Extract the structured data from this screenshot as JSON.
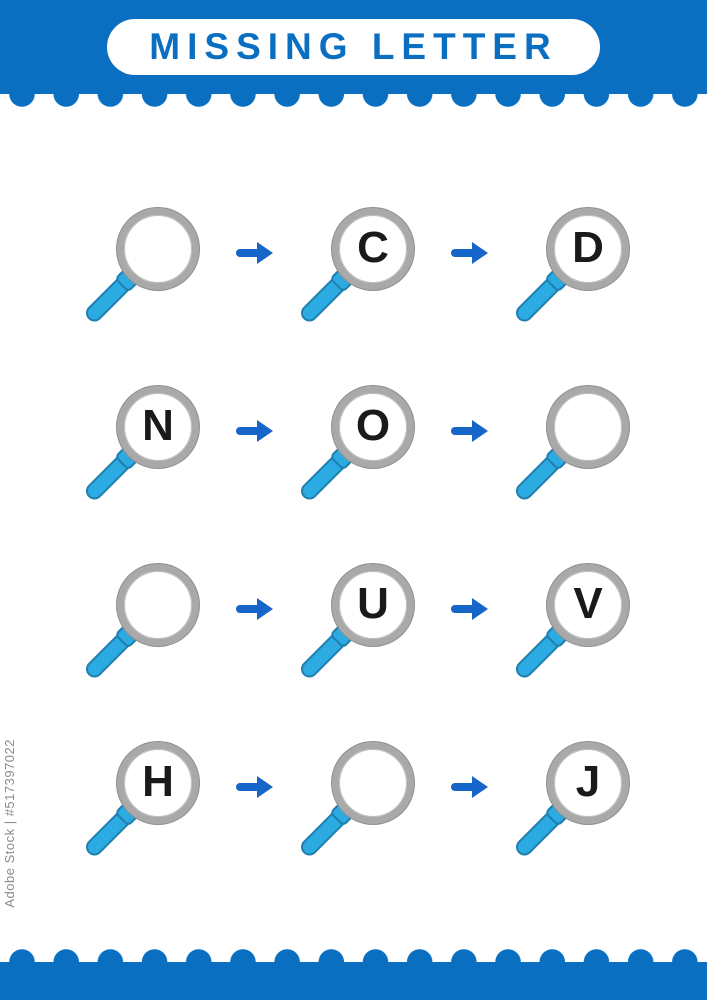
{
  "header": {
    "title": "MISSING LETTER"
  },
  "watermark": {
    "credit": "Adobe Stock | #517397022"
  },
  "colors": {
    "banner": "#0a6fc0",
    "title": "#0a6fc0",
    "handle": "#2caae2",
    "handle_outline": "#1f7fae",
    "rim": "#a9a9a9",
    "arrow": "#1566c8",
    "letter": "#1a1a1a"
  },
  "grid": {
    "rows": [
      {
        "cells": [
          {
            "letter": ""
          },
          {
            "letter": "C"
          },
          {
            "letter": "D"
          }
        ]
      },
      {
        "cells": [
          {
            "letter": "N"
          },
          {
            "letter": "O"
          },
          {
            "letter": ""
          }
        ]
      },
      {
        "cells": [
          {
            "letter": ""
          },
          {
            "letter": "U"
          },
          {
            "letter": "V"
          }
        ]
      },
      {
        "cells": [
          {
            "letter": "H"
          },
          {
            "letter": ""
          },
          {
            "letter": "J"
          }
        ]
      }
    ]
  }
}
